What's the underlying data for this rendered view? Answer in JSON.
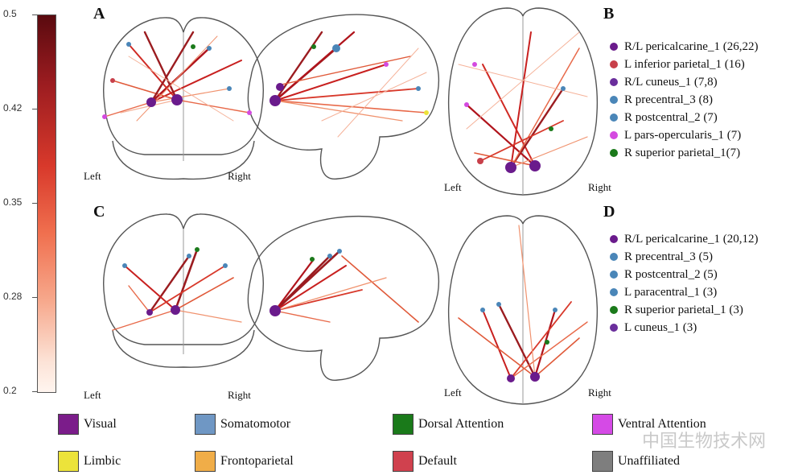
{
  "colorbar": {
    "ticks": [
      "0.5",
      "0.42",
      "0.35",
      "0.28",
      "0.2"
    ],
    "gradient": [
      "#5a0a0f",
      "#9b1c20",
      "#d8392b",
      "#f0704f",
      "#fce3d7",
      "#fff5ef"
    ]
  },
  "panels": {
    "A": {
      "label": "A",
      "left_label": "Left",
      "right_label": "Right"
    },
    "B": {
      "label": "B",
      "left_label": "Left",
      "right_label": "Right"
    },
    "C": {
      "label": "C",
      "left_label": "Left",
      "right_label": "Right"
    },
    "D": {
      "label": "D",
      "left_label": "Left",
      "right_label": "Right"
    }
  },
  "legend_B": [
    {
      "text": "R/L pericalcarine_1 (26,22)",
      "color": "#6a1b8c"
    },
    {
      "text": "L inferior parietal_1 (16)",
      "color": "#c8404a"
    },
    {
      "text": "R/L cuneus_1 (7,8)",
      "color": "#6a2e9c"
    },
    {
      "text": "R precentral_3 (8)",
      "color": "#4a86b8"
    },
    {
      "text": "R postcentral_2 (7)",
      "color": "#4a86b8"
    },
    {
      "text": "L pars-opercularis_1 (7)",
      "color": "#d44ae0"
    },
    {
      "text": "R superior parietal_1(7)",
      "color": "#1b7a1b"
    }
  ],
  "legend_D": [
    {
      "text": "R/L pericalcarine_1 (20,12)",
      "color": "#6a1b8c"
    },
    {
      "text": "R precentral_3 (5)",
      "color": "#4a86b8"
    },
    {
      "text": "R postcentral_2 (5)",
      "color": "#4a86b8"
    },
    {
      "text": "L paracentral_1 (3)",
      "color": "#4a86b8"
    },
    {
      "text": "R superior parietal_1 (3)",
      "color": "#1b7a1b"
    },
    {
      "text": "L cuneus_1 (3)",
      "color": "#6a2e9c"
    }
  ],
  "networks": [
    {
      "name": "Visual",
      "color": "#7b1c8a"
    },
    {
      "name": "Somatomotor",
      "color": "#6f97c4"
    },
    {
      "name": "Dorsal Attention",
      "color": "#1a7a1a"
    },
    {
      "name": "Ventral Attention",
      "color": "#d54ae6"
    },
    {
      "name": "Limbic",
      "color": "#ece33a"
    },
    {
      "name": "Frontoparietal",
      "color": "#f0ad48"
    },
    {
      "name": "Default",
      "color": "#d0414e"
    },
    {
      "name": "Unaffiliated",
      "color": "#7e7e7e"
    }
  ],
  "watermark": "中国生物技术网"
}
